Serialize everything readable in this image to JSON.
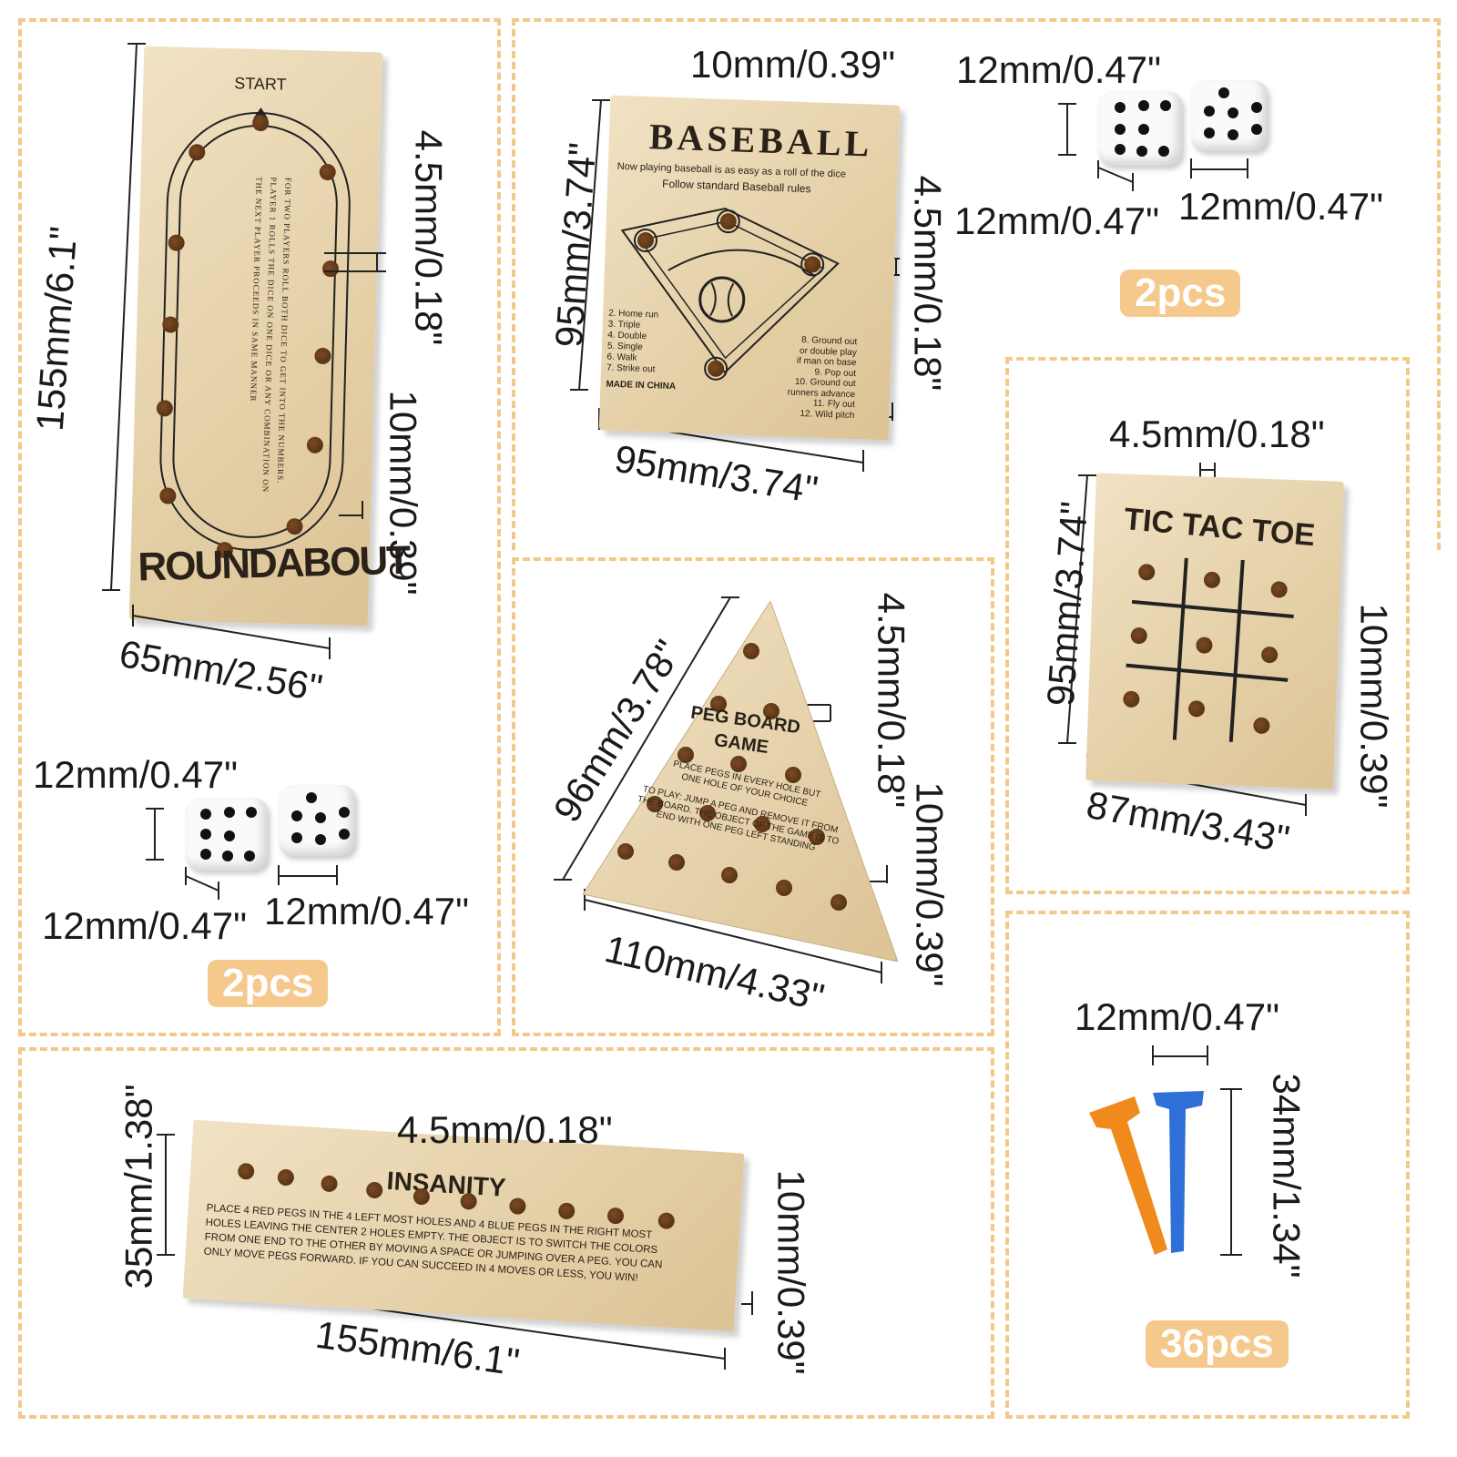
{
  "roundabout": {
    "title": "ROUNDABOUT",
    "start": "START",
    "rules": "FOR TWO PLAYERS ROLL BOTH DICE TO GET INTO THE NUMBERS. PLAYER 1 ROLLS THE DICE ON ONE DICE OR ANY COMBINATION ON THE NEXT PLAYER PROCEEDS IN SAME MANNER",
    "height": "155mm/6.1\"",
    "width": "65mm/2.56\"",
    "hole": "4.5mm/0.18\"",
    "thickness": "10mm/0.39\""
  },
  "dice_left": {
    "top": "12mm/0.47\"",
    "bottom_left": "12mm/0.47\"",
    "bottom_right": "12mm/0.47\"",
    "count": "2pcs"
  },
  "baseball": {
    "title": "BASEBALL",
    "sub1": "Now playing baseball is as easy as a roll of the dice",
    "sub2": "Follow standard Baseball rules",
    "left_rules": [
      "2. Home run",
      "3. Triple",
      "4. Double",
      "5. Single",
      "6. Walk",
      "7. Strike out"
    ],
    "right_rules": [
      "8. Ground out",
      "or double play",
      "if man on base",
      "9. Pop out",
      "10. Ground out",
      "runners advance",
      "11. Fly out",
      "12. Wild pitch"
    ],
    "made_in": "MADE IN CHINA",
    "thickness_top": "10mm/0.39\"",
    "height": "95mm/3.74\"",
    "width": "95mm/3.74\"",
    "hole": "4.5mm/0.18\""
  },
  "dice_right": {
    "top": "12mm/0.47\"",
    "bottom_left": "12mm/0.47\"",
    "bottom_right": "12mm/0.47\"",
    "count": "2pcs"
  },
  "tictactoe": {
    "title": "TIC TAC TOE",
    "hole": "4.5mm/0.18\"",
    "height": "95mm/3.74\"",
    "width": "87mm/3.43\"",
    "thickness": "10mm/0.39\""
  },
  "pegboard": {
    "title1": "PEG BOARD",
    "title2": "GAME",
    "line1": "PLACE PEGS IN EVERY HOLE BUT",
    "line2": "ONE HOLE OF YOUR CHOICE",
    "line3": "TO PLAY: JUMP A PEG AND REMOVE IT FROM",
    "line4": "THE BOARD. THE OBJECT OF THE GAME IS TO",
    "line5": "END WITH ONE PEG LEFT STANDING",
    "side": "96mm/3.78\"",
    "hole": "4.5mm/0.18\"",
    "thickness": "10mm/0.39\"",
    "width": "110mm/4.33\""
  },
  "insanity": {
    "title": "INSANITY",
    "lines": [
      "PLACE 4 RED PEGS IN THE 4 LEFT MOST HOLES AND 4 BLUE PEGS IN THE RIGHT MOST",
      "HOLES LEAVING THE CENTER 2 HOLES EMPTY. THE OBJECT IS TO SWITCH THE COLORS",
      "FROM ONE END TO THE OTHER BY MOVING A SPACE OR JUMPING OVER A PEG. YOU CAN",
      "ONLY MOVE PEGS FORWARD. IF YOU CAN SUCCEED IN 4 MOVES OR LESS, YOU WIN!"
    ],
    "height": "35mm/1.38\"",
    "hole": "4.5mm/0.18\"",
    "thickness": "10mm/0.39\"",
    "width": "155mm/6.1\""
  },
  "pegs": {
    "width": "12mm/0.47\"",
    "height": "34mm/1.34\"",
    "count": "36pcs",
    "colors": {
      "orange": "#f08a1c",
      "blue": "#2f6fd8"
    }
  },
  "colors": {
    "dash": "#f3c98a",
    "badge": "#f5c98c",
    "wood": "#e8d4ad"
  }
}
